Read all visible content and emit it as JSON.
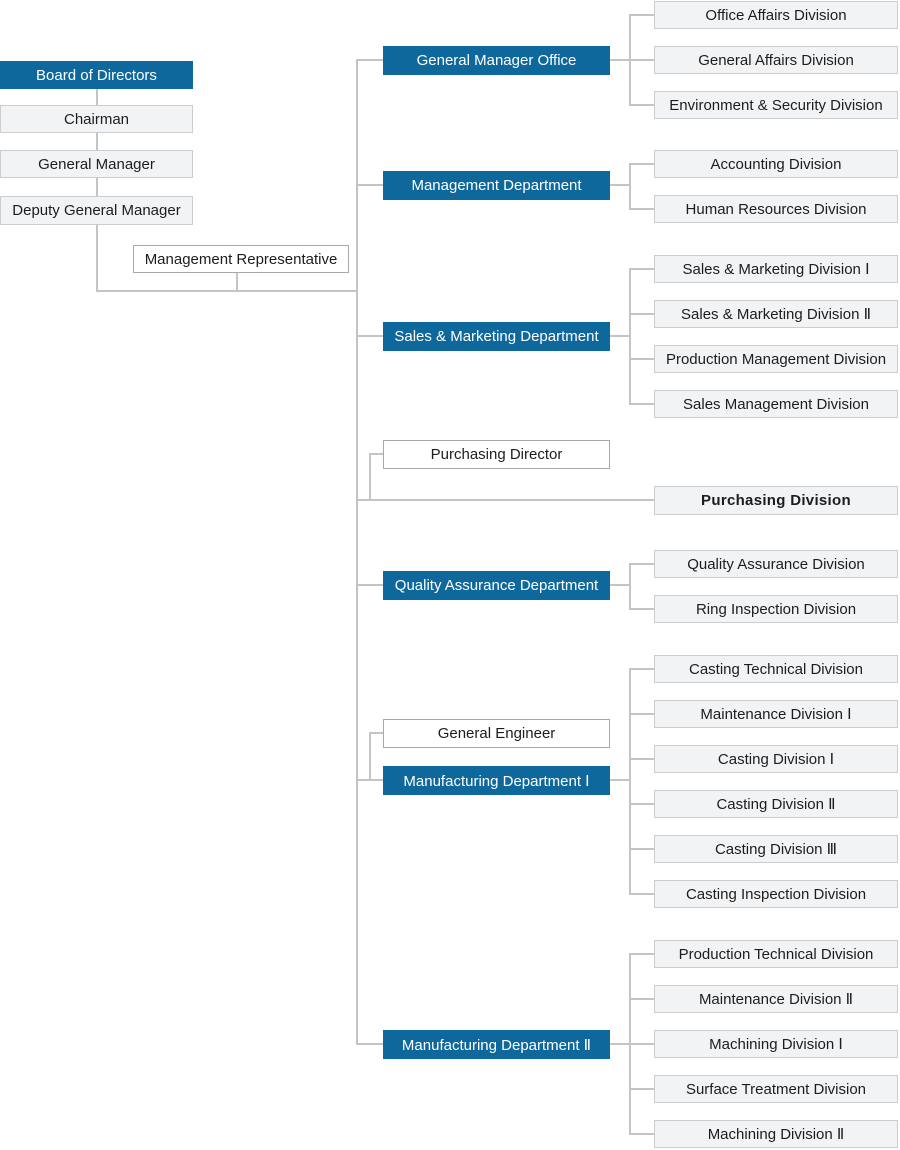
{
  "colors": {
    "department_fill": "#0F689C",
    "department_text": "#FFFFFF",
    "division_fill": "#F2F3F5",
    "division_border": "#CBCED1",
    "staff_fill": "#FFFFFF",
    "staff_border": "#A5A9AC",
    "connector": "#C2C5C8",
    "text": "#1D1D1D"
  },
  "executive": {
    "board_of_directors": "Board of Directors",
    "chairman": "Chairman",
    "general_manager": "General Manager",
    "deputy_general_manager": "Deputy General Manager",
    "management_representative": "Management Representative"
  },
  "departments": [
    {
      "name": "General Manager Office",
      "type": "department",
      "divisions": [
        "Office Affairs Division",
        "General Affairs Division",
        "Environment & Security Division"
      ]
    },
    {
      "name": "Management Department",
      "type": "department",
      "divisions": [
        "Accounting Division",
        "Human Resources Division"
      ]
    },
    {
      "name": "Sales & Marketing Department",
      "type": "department",
      "divisions": [
        "Sales & Marketing Division Ⅰ",
        "Sales & Marketing Division Ⅱ",
        "Production Management Division",
        "Sales Management Division"
      ]
    },
    {
      "name": "Purchasing Director",
      "type": "staff",
      "divisions": [
        "Purchasing Division"
      ]
    },
    {
      "name": "Quality Assurance Department",
      "type": "department",
      "divisions": [
        "Quality Assurance Division",
        "Ring Inspection Division"
      ]
    },
    {
      "name": "General Engineer",
      "type": "staff",
      "divisions": []
    },
    {
      "name": "Manufacturing Department Ⅰ",
      "type": "department",
      "divisions": [
        "Casting Technical Division",
        "Maintenance Division Ⅰ",
        "Casting Division Ⅰ",
        "Casting Division Ⅱ",
        "Casting Division Ⅲ",
        "Casting Inspection Division"
      ]
    },
    {
      "name": "Manufacturing Department Ⅱ",
      "type": "department",
      "divisions": [
        "Production Technical Division",
        "Maintenance Division Ⅱ",
        "Machining Division Ⅰ",
        "Surface Treatment Division",
        "Machining Division Ⅱ"
      ]
    }
  ]
}
